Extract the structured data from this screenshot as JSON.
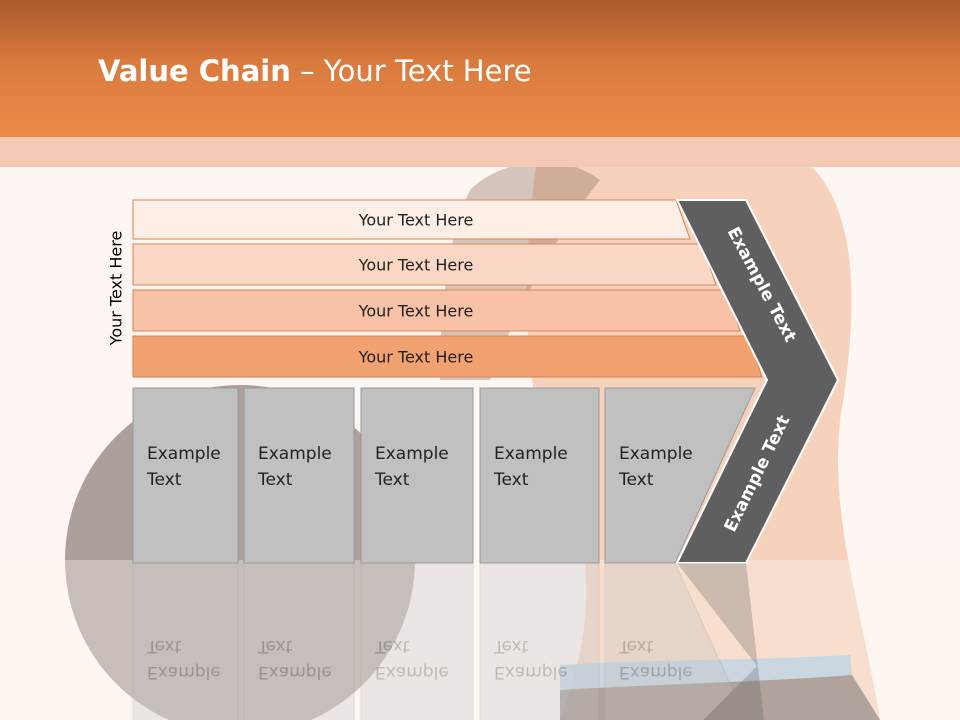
{
  "slide": {
    "title_bold": "Value Chain",
    "title_rest": " – Your Text Here",
    "side_label": "Your Text Here"
  },
  "rows": [
    {
      "label": "Your Text Here",
      "fill": "#fdeee6"
    },
    {
      "label": "Your Text Here",
      "fill": "#fbd8c6"
    },
    {
      "label": "Your Text Here",
      "fill": "#f8c2a6"
    },
    {
      "label": "Your Text Here",
      "fill": "#f2a170"
    }
  ],
  "boxes": [
    {
      "line1": "Example",
      "line2": "Text"
    },
    {
      "line1": "Example",
      "line2": "Text"
    },
    {
      "line1": "Example",
      "line2": "Text"
    },
    {
      "line1": "Example",
      "line2": "Text"
    },
    {
      "line1": "Example",
      "line2": "Text"
    }
  ],
  "arrow": {
    "upper_label": "Example Text",
    "lower_label": "Example Text",
    "fill": "#5f5f5f"
  },
  "colors": {
    "header": "#e8813f",
    "box_fill": "#c0c0c0",
    "row_stroke": "#d9844f"
  }
}
